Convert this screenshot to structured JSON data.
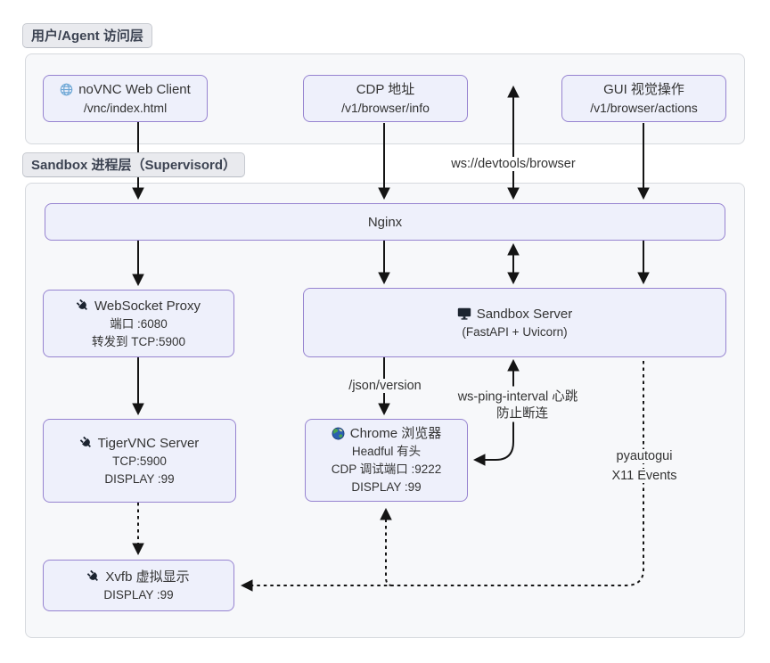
{
  "layers": {
    "user": {
      "label": "用户/Agent 访问层"
    },
    "sandbox": {
      "label": "Sandbox 进程层（Supervisord）"
    }
  },
  "nodes": {
    "novnc": {
      "icon": "globe-grid-icon",
      "title": "noVNC Web Client",
      "line2": "/vnc/index.html"
    },
    "cdp": {
      "title": "CDP 地址",
      "line2": "/v1/browser/info"
    },
    "gui": {
      "title": "GUI 视觉操作",
      "line2": "/v1/browser/actions"
    },
    "nginx": {
      "title": "Nginx"
    },
    "ws_proxy": {
      "icon": "plug-icon",
      "title": "WebSocket Proxy",
      "line2": "端口 :6080",
      "line3": "转发到 TCP:5900"
    },
    "sandbox_server": {
      "icon": "monitor-icon",
      "title": "Sandbox Server",
      "line2": "(FastAPI + Uvicorn)"
    },
    "tigervnc": {
      "icon": "plug-icon",
      "title": "TigerVNC Server",
      "line2": "TCP:5900",
      "line3": "DISPLAY :99"
    },
    "chrome": {
      "icon": "earth-icon",
      "title": "Chrome 浏览器",
      "line2": "Headful 有头",
      "line3": "CDP 调试端口 :9222",
      "line4": "DISPLAY :99"
    },
    "xvfb": {
      "icon": "plug-icon",
      "title": "Xvfb 虚拟显示",
      "line2": "DISPLAY :99"
    }
  },
  "edge_labels": {
    "ws_devtools": "ws://devtools/browser",
    "json_version": "/json/version",
    "heartbeat_line1": "ws-ping-interval 心跳",
    "heartbeat_line2": "防止断连",
    "pyautogui_line1": "pyautogui",
    "pyautogui_line2": "X11 Events"
  },
  "colors": {
    "node_fill": "#eef0fb",
    "node_border": "#9683d0",
    "cluster_fill": "#f7f8fa",
    "cluster_border": "#d6d9de",
    "arrow": "#141414",
    "section_label_bg": "#e9eaee",
    "novnc_icon_blue": "#6fa8d6",
    "dark_icon": "#1c2430",
    "text": "#333333"
  }
}
